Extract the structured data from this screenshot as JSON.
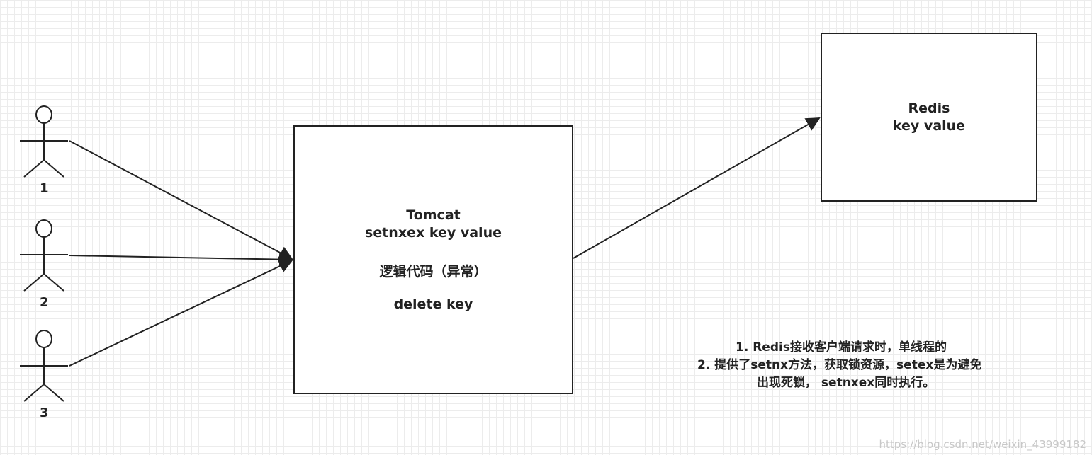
{
  "actors": [
    {
      "label": "1"
    },
    {
      "label": "2"
    },
    {
      "label": "3"
    }
  ],
  "tomcat": {
    "title": "Tomcat",
    "command": "setnxex key value",
    "logic": "逻辑代码（异常）",
    "cleanup": "delete key"
  },
  "redis": {
    "title": "Redis",
    "subtitle": "key value"
  },
  "notes": {
    "line1": "1. Redis接收客户端请求时，单线程的",
    "line2": "2. 提供了setnx方法，获取锁资源，setex是为避免",
    "line3": "出现死锁， setnxex同时执行。"
  },
  "watermark": "https://blog.csdn.net/weixin_43999182"
}
